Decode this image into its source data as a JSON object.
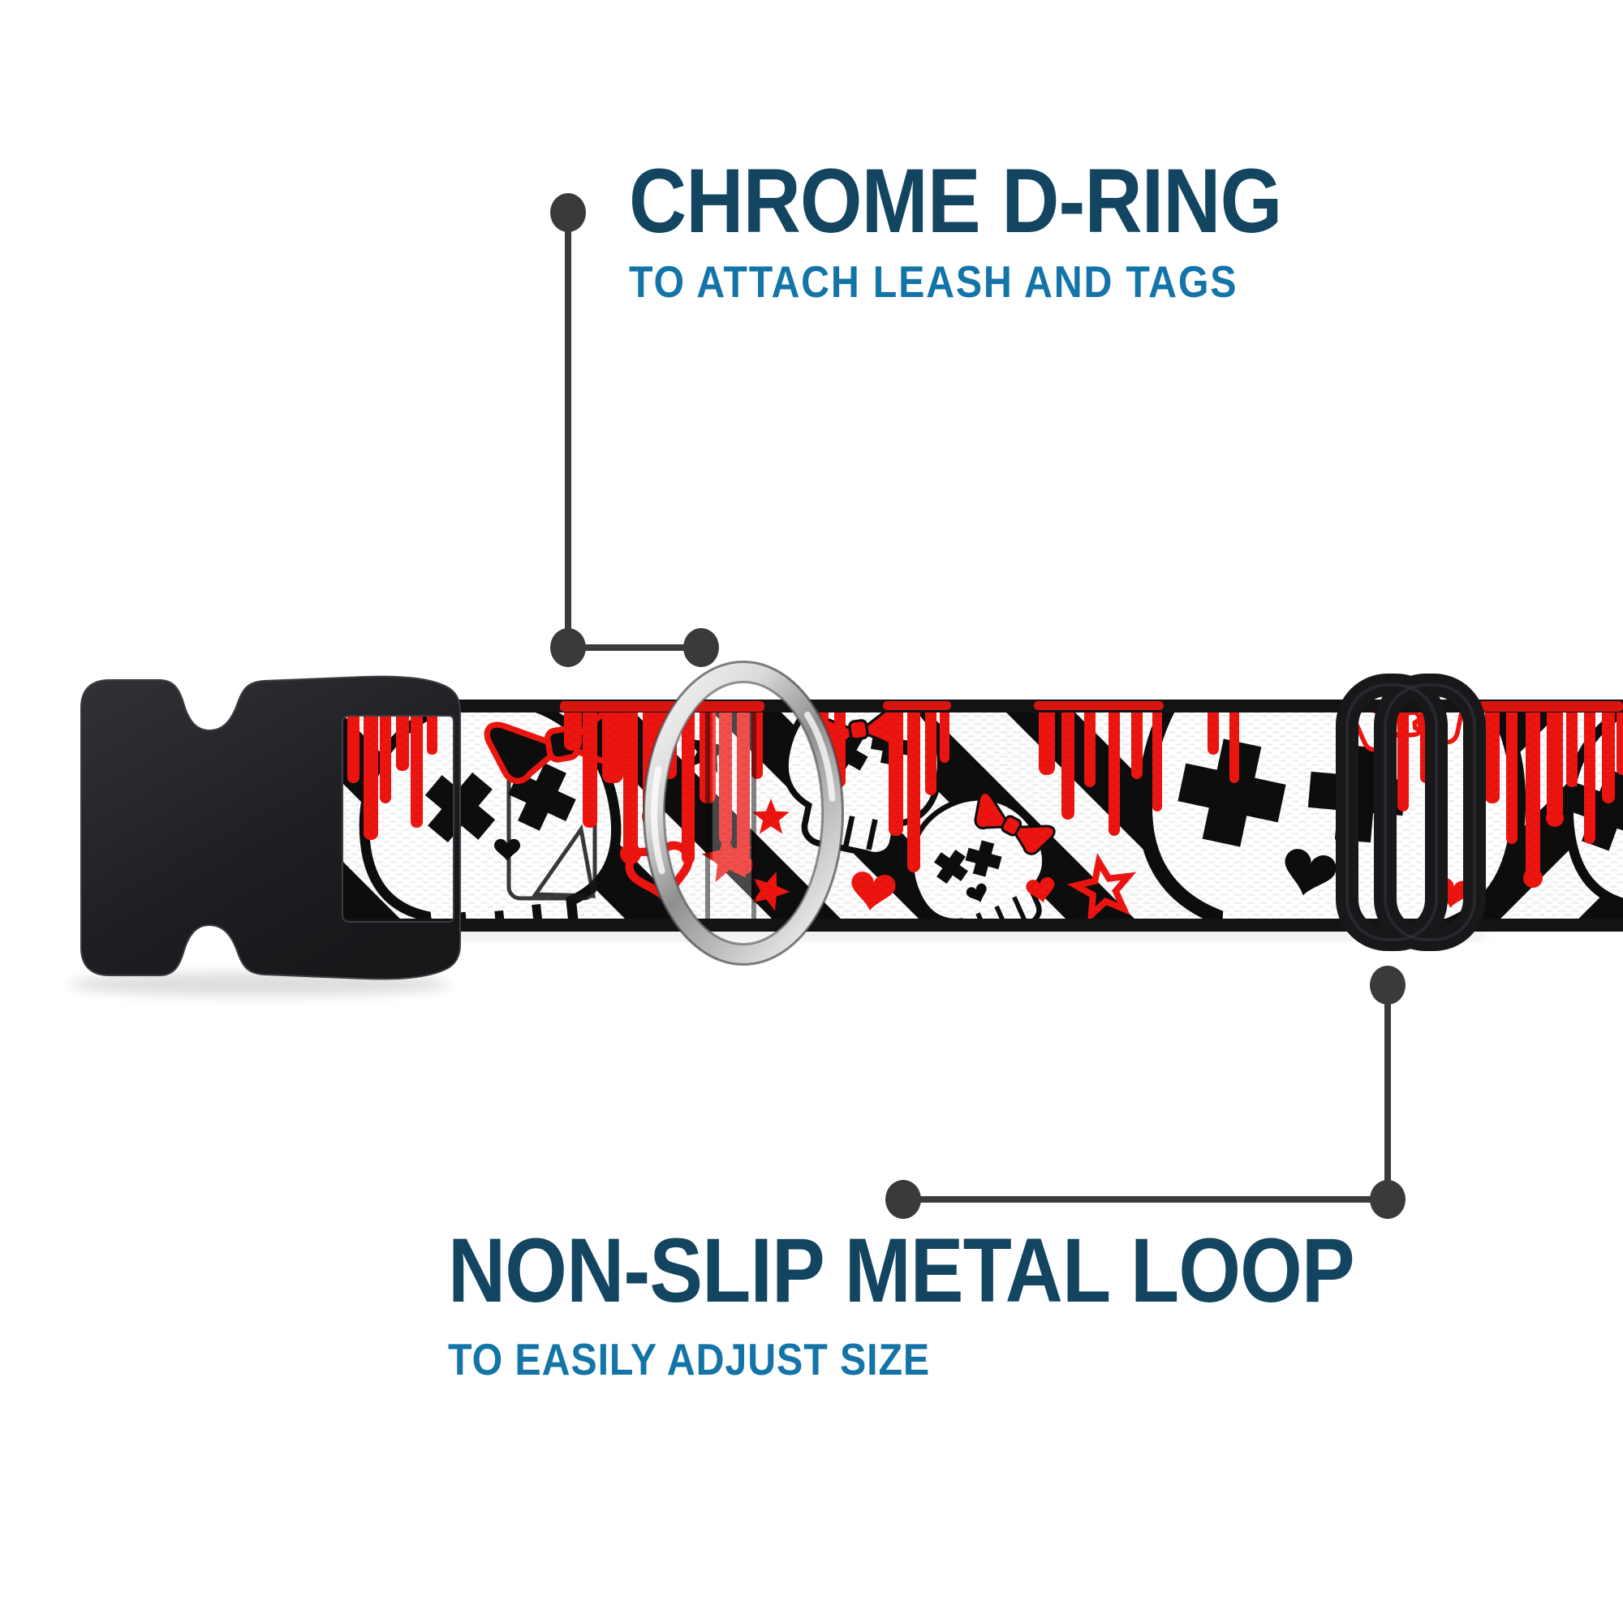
{
  "callouts": {
    "chrome_d_ring": {
      "title": "CHROME D-RING",
      "subtitle": "TO ATTACH LEASH AND TAGS"
    },
    "metal_loop": {
      "title": "NON-SLIP METAL LOOP",
      "subtitle": "TO EASILY ADJUST SIZE"
    }
  },
  "colors": {
    "title_navy": "#134560",
    "subtitle_blue": "#1374a8",
    "callout_line_gray": "#3a3a3c",
    "pattern_red": "#ee1510",
    "pattern_black": "#0d0d0d",
    "webbing_white": "#ffffff",
    "hardware_black": "#1c1c1e",
    "chrome_silver": "#c9c9c9"
  }
}
